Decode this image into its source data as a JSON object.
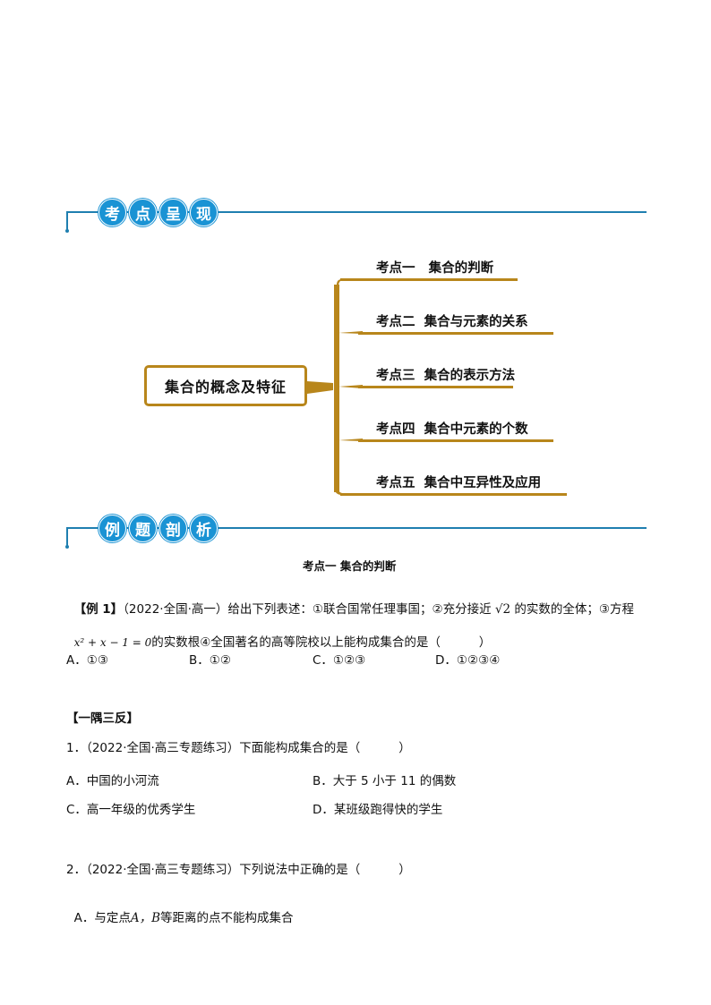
{
  "sections": {
    "kaodian": {
      "badges": [
        "考",
        "点",
        "呈",
        "现"
      ]
    },
    "liti": {
      "badges": [
        "例",
        "题",
        "剖",
        "析"
      ]
    }
  },
  "mindmap": {
    "root": "集合的概念及特征",
    "branches": [
      "考点一   集合的判断",
      "考点二  集合与元素的关系",
      "考点三  集合的表示方法",
      "考点四  集合中元素的个数",
      "考点五  集合中互异性及应用"
    ],
    "color": "#b8861b"
  },
  "example_section_title": "考点一 集合的判断",
  "example1": {
    "label": "【例 1】",
    "source": "（2022·全国·高一）",
    "line1_rest": "给出下列表述：①联合国常任理事国；②充分接近",
    "sqrt": "√2",
    "line1_tail": "的实数的全体；③方程",
    "equation": "x² + x − 1 = 0",
    "line2_rest": "的实数根④全国著名的高等院校以上能构成集合的是（          ）",
    "options": [
      "A．①③",
      "B．①②",
      "C．①②③",
      "D．①②③④"
    ]
  },
  "practice_header": "【一隅三反】",
  "q1": {
    "stem": "1．（2022·全国·高三专题练习）下面能构成集合的是（          ）",
    "options": [
      "A．中国的小河流",
      "B．大于 5 小于 11 的偶数",
      "C．高一年级的优秀学生",
      "D．某班级跑得快的学生"
    ]
  },
  "q2": {
    "stem": "2．（2022·全国·高三专题练习）下列说法中正确的是（          ）",
    "optionA_pre": "A．与定点",
    "optionA_math": "A，B",
    "optionA_post": "等距离的点不能构成集合"
  },
  "colors": {
    "section_blue": "#1a93d4",
    "line_blue": "#1f7fb0",
    "mindmap_gold": "#b8861b"
  }
}
